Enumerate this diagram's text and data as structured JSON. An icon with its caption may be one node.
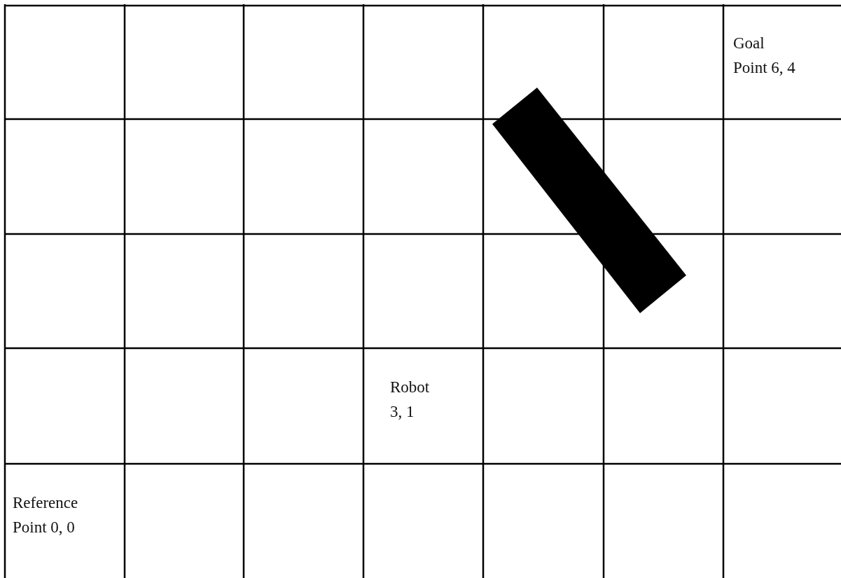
{
  "diagram": {
    "nodes": [
      {
        "text": [],
        "shape": "bar"
      }
    ],
    "labels": [
      "Goal Point 6, 4",
      "Robot 3, 1",
      "Reference Point 0, 0"
    ]
  }
}
